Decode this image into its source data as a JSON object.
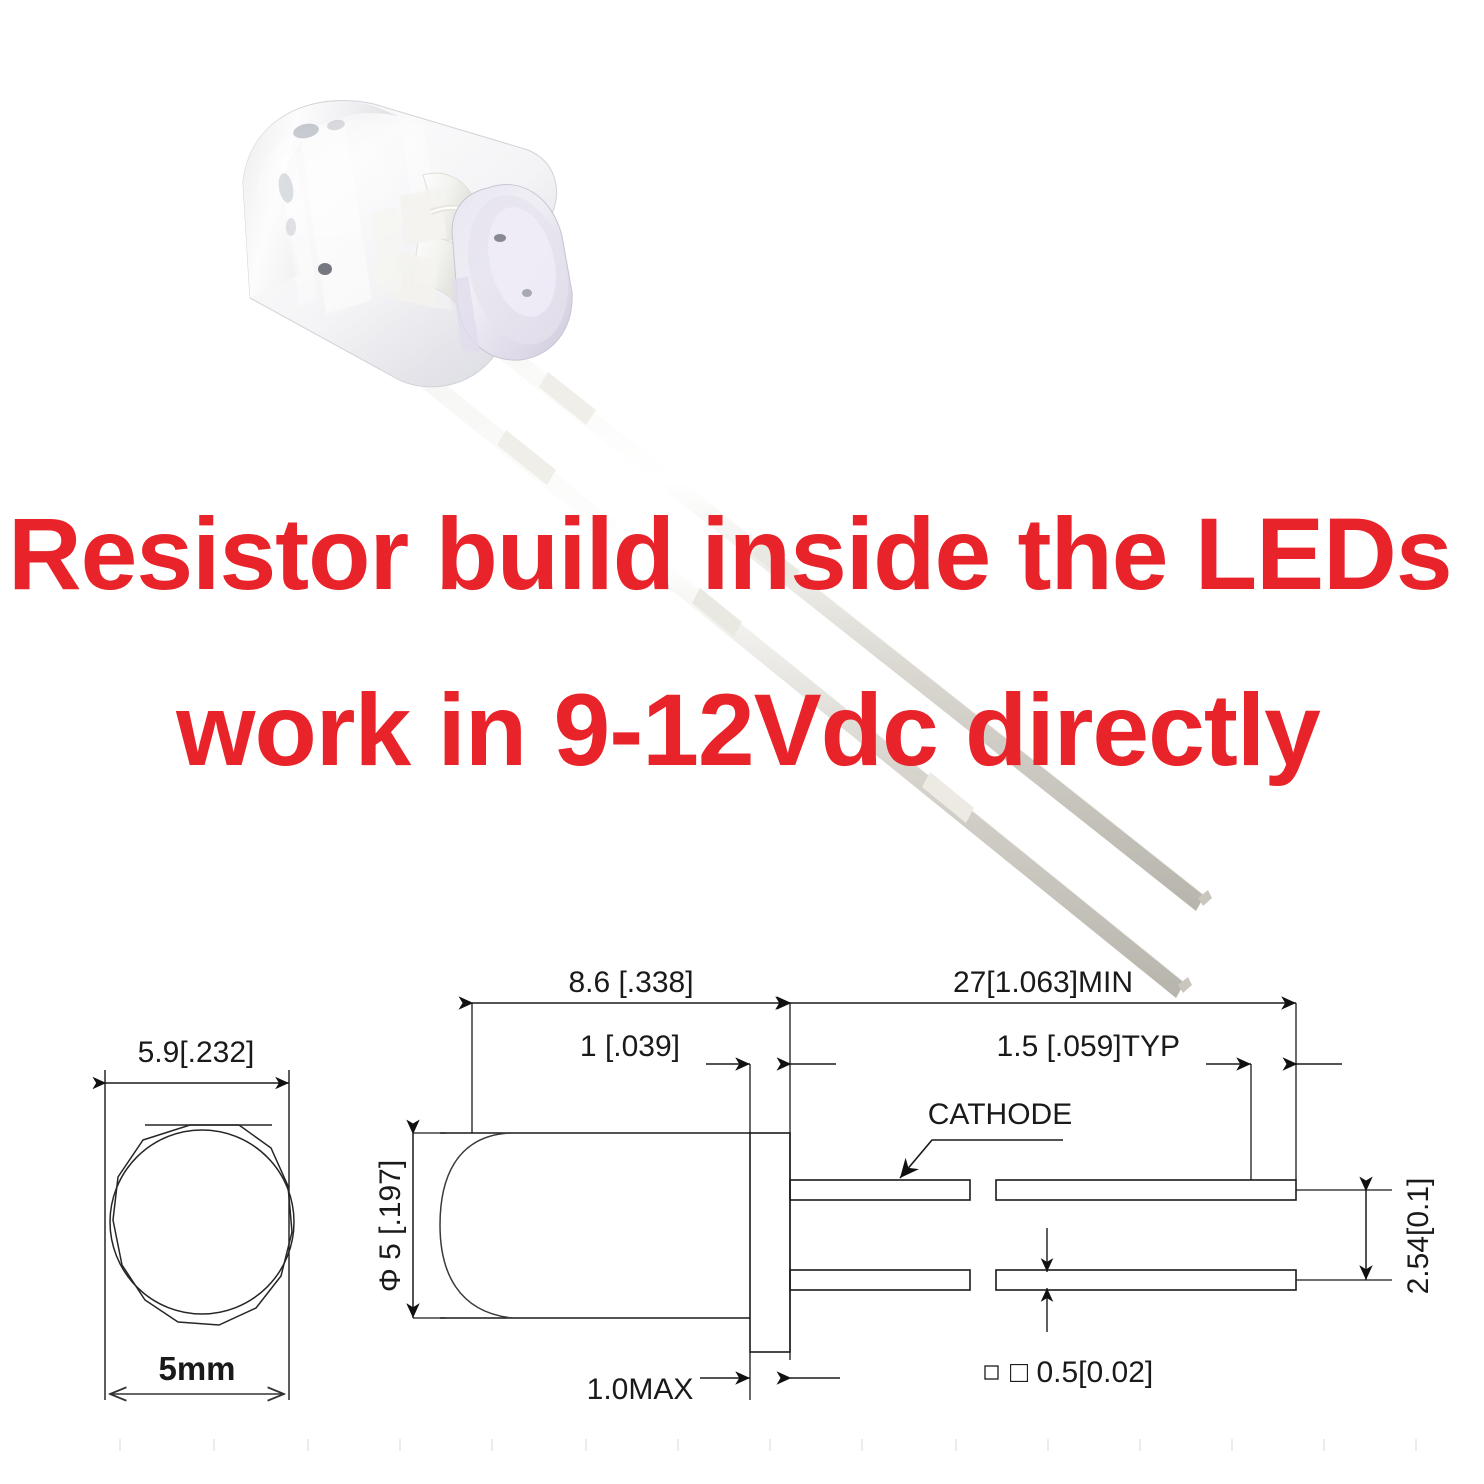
{
  "caption": {
    "line1": "Resistor build inside the LEDs",
    "line2": "work in 9-12Vdc directly",
    "color": "#e8232a"
  },
  "photo": {
    "alt_name": "5mm clear LED with two long leads"
  },
  "drawing": {
    "front_view": {
      "top_dimension": "5.9[.232]",
      "bottom_dimension": "5mm"
    },
    "side_view": {
      "body_length": "8.6 [.338]",
      "flange_thickness": "1 [.039]",
      "diameter": "Φ 5 [.197]",
      "flange_base": "1.0MAX",
      "lead_length": "27[1.063]MIN",
      "lead_gap": "1.5 [.059]TYP",
      "lead_pitch": "2.54[0.1]",
      "lead_section": "□ 0.5[0.02]",
      "cathode_label": "CATHODE"
    }
  }
}
